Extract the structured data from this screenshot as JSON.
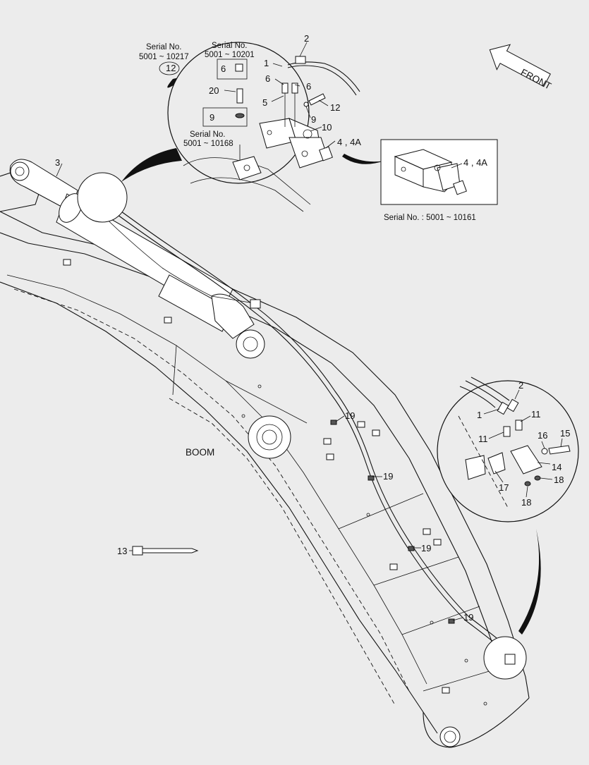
{
  "diagram": {
    "front_label": "FRONT",
    "boom_label": "BOOM",
    "detail_top": {
      "serial_a_title": "Serial No.",
      "serial_a_range": "5001 ~ 10217",
      "serial_a_part": "12",
      "serial_b_title": "Serial No.",
      "serial_b_range": "5001 ~ 10201",
      "box6_label": "6",
      "box9_label": "9",
      "serial_c_title": "Serial No.",
      "serial_c_range": "5001 ~ 10168",
      "callouts": [
        "1",
        "2",
        "6",
        "5",
        "6",
        "12",
        "9",
        "10",
        "4 , 4A",
        "20"
      ]
    },
    "detail_box": {
      "callout": "4 , 4A",
      "caption": "Serial No. : 5001 ~ 10161"
    },
    "detail_bottom": {
      "callouts": [
        "2",
        "1",
        "11",
        "11",
        "16",
        "15",
        "14",
        "17",
        "18",
        "18"
      ]
    },
    "main_callouts": [
      "3",
      "19",
      "19",
      "19",
      "19",
      "13"
    ]
  }
}
